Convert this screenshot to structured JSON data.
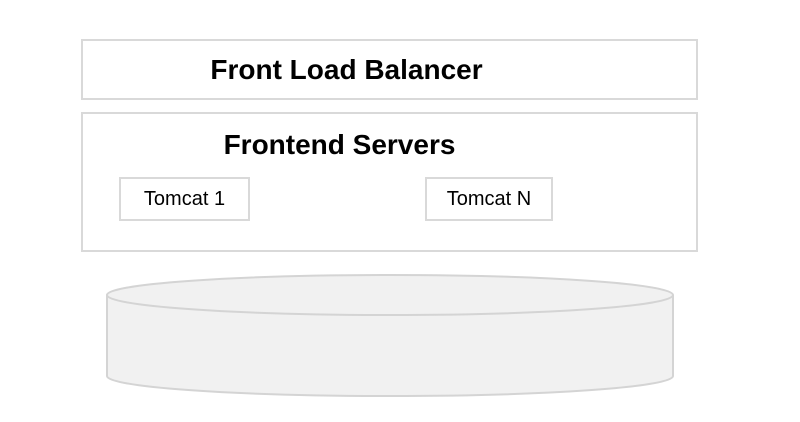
{
  "colors": {
    "background": "#ffffff",
    "box_border": "#d9d9d9",
    "box_fill": "#ffffff",
    "cylinder_fill": "#f1f1f1",
    "cylinder_stroke": "#d4d4d4",
    "text": "#000000"
  },
  "diagram": {
    "load_balancer": {
      "label": "Front Load Balancer"
    },
    "frontend_servers": {
      "label": "Frontend Servers",
      "nodes": [
        {
          "label": "Tomcat 1"
        },
        {
          "label": "Tomcat N"
        }
      ]
    },
    "database": {
      "shape": "cylinder"
    }
  }
}
